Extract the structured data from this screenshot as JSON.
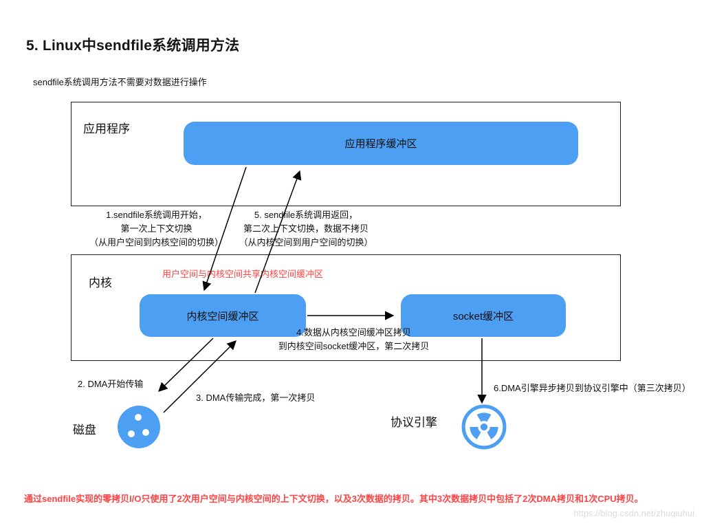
{
  "page": {
    "title": "5. Linux中sendfile系统调用方法",
    "subtitle": "sendfile系统调用方法不需要对数据进行操作",
    "footer_note": "通过sendfile实现的零拷贝I/O只使用了2次用户空间与内核空间的上下文切换，以及3次数据的拷贝。其中3次数据拷贝中包括了2次DMA拷贝和1次CPU拷贝。",
    "watermark": "https://blog.csdn.net/zhuqiuhui"
  },
  "colors": {
    "accent_blue": "#4d9ff3",
    "alert_red": "#ff4343",
    "box_border": "#1c1c1c"
  },
  "diagram": {
    "user_space": {
      "label": "应用程序",
      "buffer": "应用程序缓冲区"
    },
    "kernel": {
      "label": "内核",
      "shared_note": "用户空间与内核空间共享内核空间缓冲区",
      "kernel_buffer": "内核空间缓冲区",
      "socket_buffer": "socket缓冲区"
    },
    "disk_label": "磁盘",
    "protocol_engine_label": "协议引擎",
    "icons": {
      "disk_icon": "blue-disk-with-dots",
      "protocol_engine_icon": "radiation-trefoil"
    }
  },
  "steps": {
    "s1_l1": "1.sendfile系统调用开始，",
    "s1_l2": "第一次上下文切换",
    "s1_l3": "（从用户空间到内核空间的切换）",
    "s5_l1": "5. sendfile系统调用返回，",
    "s5_l2": "第二次上下文切换，数据不拷贝",
    "s5_l3": "（从内核空间到用户空间的切换）",
    "s4_l1": "4.数据从内核空间缓冲区拷贝",
    "s4_l2": "到内核空间socket缓冲区，第二次拷贝",
    "s2": "2. DMA开始传输",
    "s3": "3. DMA传输完成，第一次拷贝",
    "s6": "6.DMA引擎异步拷贝到协议引擎中（第三次拷贝）"
  }
}
